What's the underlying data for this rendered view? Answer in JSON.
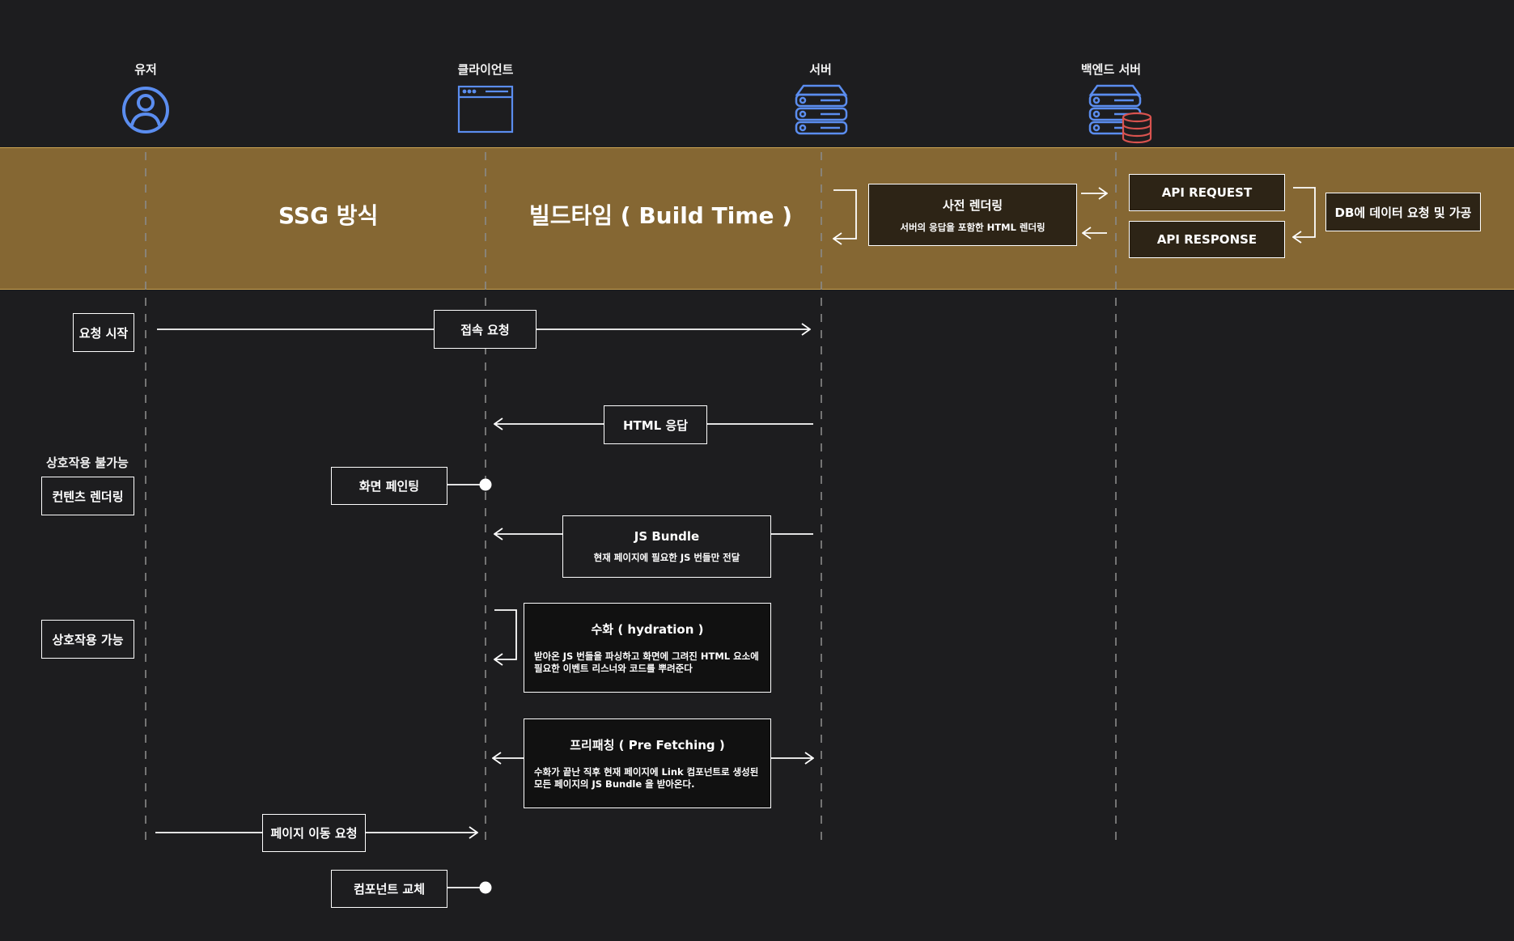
{
  "actors": [
    {
      "id": "user",
      "label": "유저",
      "icon": "user-icon"
    },
    {
      "id": "client",
      "label": "클라이언트",
      "icon": "browser-window-icon"
    },
    {
      "id": "server",
      "label": "서버",
      "icon": "server-icon"
    },
    {
      "id": "backend",
      "label": "백엔드 서버",
      "icon": "backend-server-database-icon"
    }
  ],
  "build_band": {
    "title_left": "SSG 방식",
    "title_right": "빌드타임 ( Build Time )",
    "prerender": {
      "title": "사전 렌더링",
      "desc": "서버의 응답을 포함한 HTML 렌더링"
    },
    "api_request": "API REQUEST",
    "api_response": "API RESPONSE",
    "db_box": "DB에 데이터 요청 및 가공"
  },
  "steps": {
    "request_start": "요청 시작",
    "access_request": "접속 요청",
    "html_response": "HTML 응답",
    "non_interactive": "상호작용 불가능",
    "content_rendering": "컨텐츠 렌더링",
    "screen_painting": "화면 페인팅",
    "js_bundle": {
      "title": "JS Bundle",
      "desc": "현재 페이지에 필요한 JS 번들만 전달"
    },
    "interactive": "상호작용 가능",
    "hydration": {
      "title": "수화 ( hydration )",
      "desc": "받아온 JS 번들을 파싱하고 화면에 그려진 HTML 요소에 필요한 이벤트 리스너와 코드를 뿌려준다"
    },
    "prefetching": {
      "title": "프리패칭 ( Pre Fetching )",
      "desc": "수화가 끝난 직후 현재 페이지에 Link 컴포넌트로 생성된 모든 페이지의 JS Bundle 을 받아온다."
    },
    "page_nav_request": "페이지 이동 요청",
    "component_swap": "컴포넌트 교체"
  },
  "colors": {
    "background": "#1d1d1f",
    "band": "#856733",
    "icon_blue": "#5b8def",
    "db_red": "#d9534f",
    "line": "#ffffff"
  }
}
